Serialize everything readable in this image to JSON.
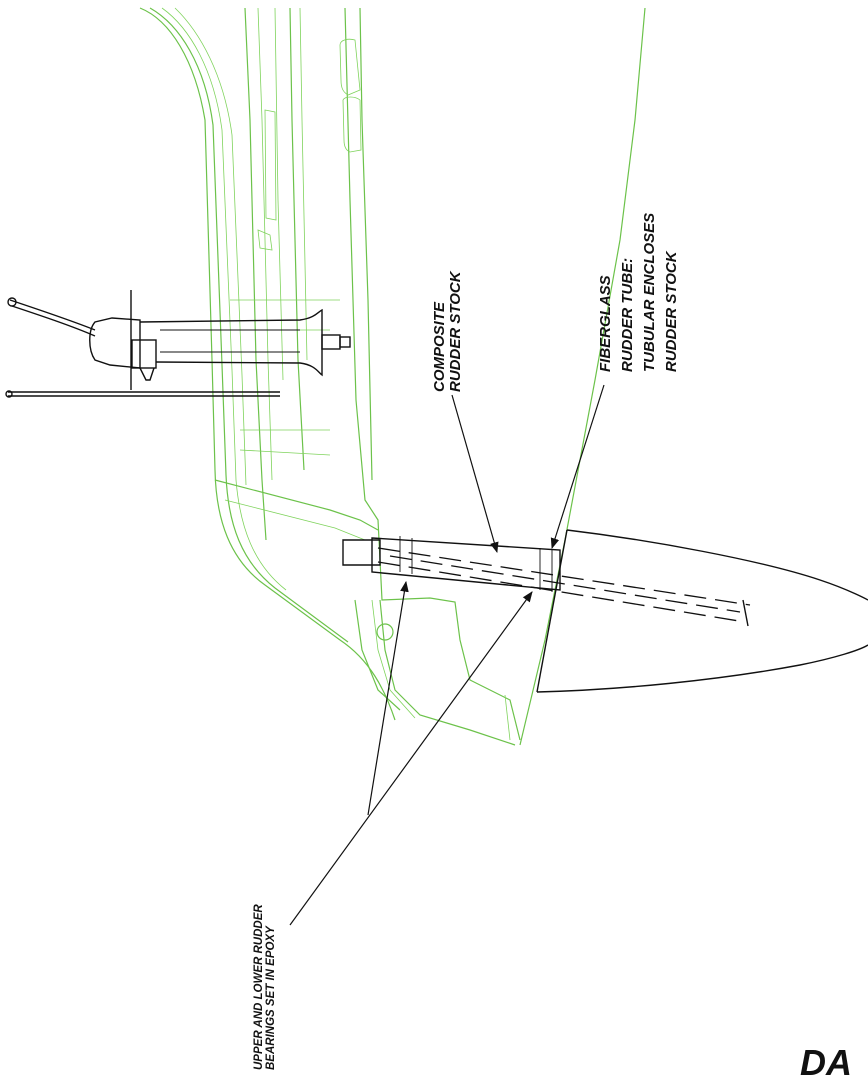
{
  "labels": {
    "composite_stock": [
      "COMPOSITE",
      "RUDDER STOCK"
    ],
    "fiberglass_tube": [
      "FIBERGLASS",
      "RUDDER TUBE:",
      "TUBULAR ENCLOSES",
      "RUDDER STOCK"
    ],
    "bearings": [
      "UPPER AND LOWER RUDDER",
      "BEARINGS SET IN  EPOXY"
    ],
    "corner_partial": "DA"
  },
  "colors": {
    "hull_lines": "#6cc24a",
    "ink": "#111111"
  }
}
